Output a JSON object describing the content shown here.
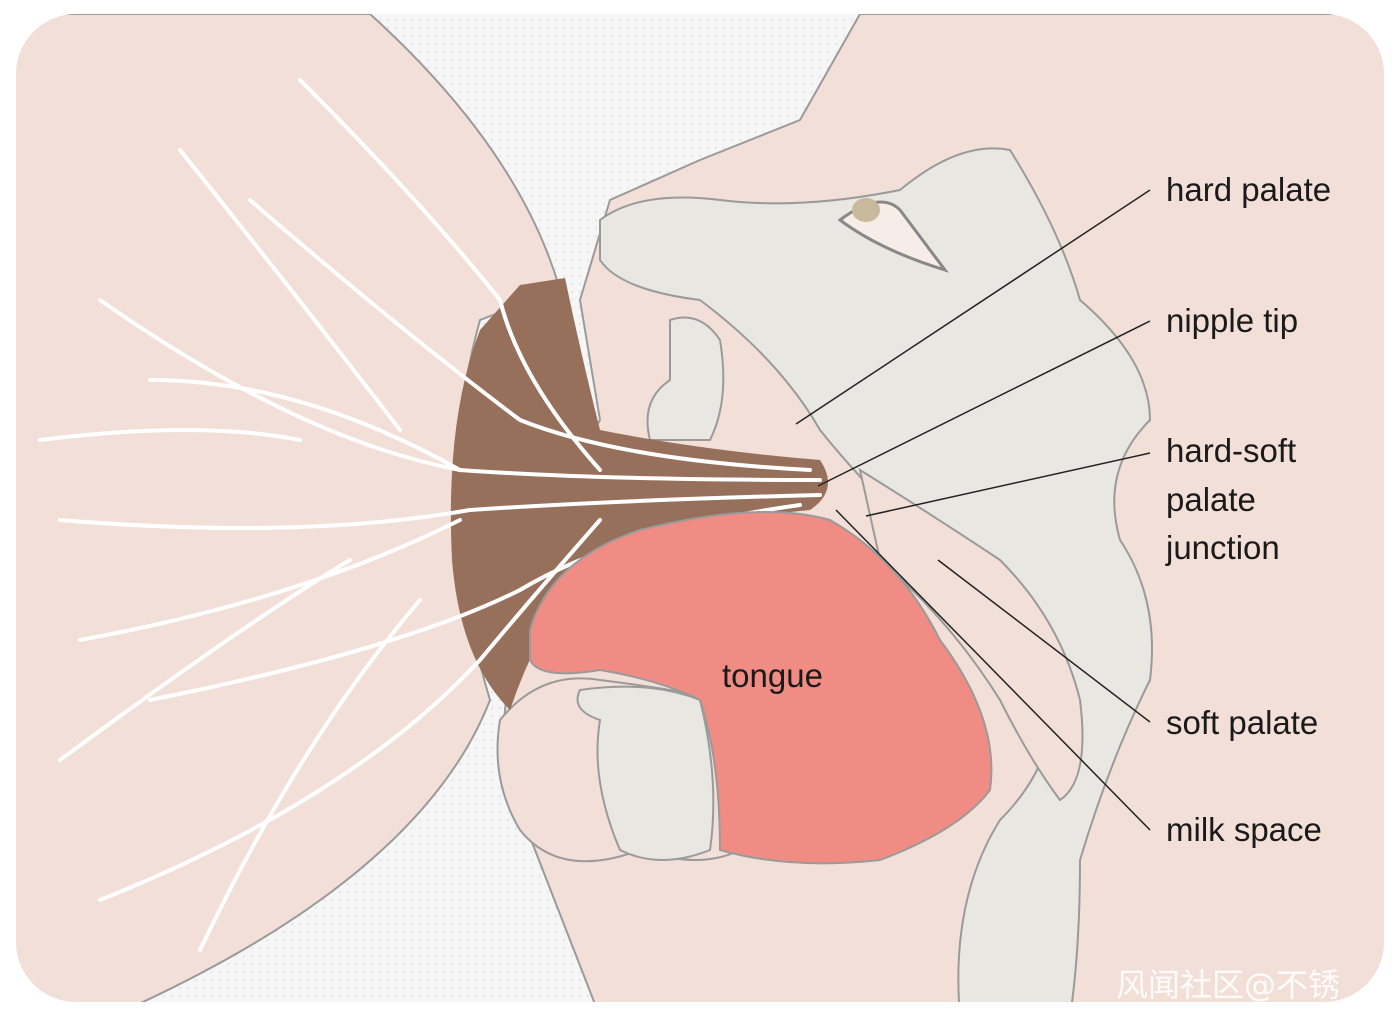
{
  "labels": {
    "hard_palate": "hard palate",
    "nipple_tip": "nipple tip",
    "junction_line1": "hard-soft",
    "junction_line2": "palate",
    "junction_line3": "junction",
    "soft_palate": "soft palate",
    "milk_space": "milk space",
    "tongue": "tongue"
  },
  "watermark": "风闻社区@不锈",
  "colors": {
    "skin": "#f2e0d8",
    "background_dots": "#f0f0f0",
    "areola": "#97705c",
    "tongue": "#f08c84",
    "bone": "#e9e7e1",
    "outline": "#9a9a9a"
  }
}
